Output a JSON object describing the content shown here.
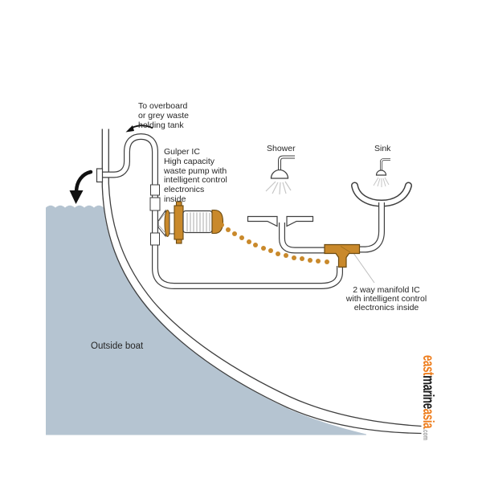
{
  "labels": {
    "overboard": "To overboard\nor grey waste\nholding tank",
    "pump": "Gulper IC\nHigh capacity\nwaste pump with\nintelligent control\nelectronics\ninside",
    "shower": "Shower",
    "sink": "Sink",
    "manifold": "2 way manifold IC\nwith intelligent control\nelectronics inside",
    "outside_boat": "Outside boat"
  },
  "watermark": {
    "word1": "east",
    "word2": "marine",
    "word3": "asia",
    "suffix": ".com"
  },
  "colors": {
    "accent_orange": "#c9892b",
    "watermark_orange": "#ee7d1c",
    "water_blue": "#b5c4d1",
    "outline_dark": "#3f3f3f",
    "spray_gray": "#c6c6c6"
  }
}
